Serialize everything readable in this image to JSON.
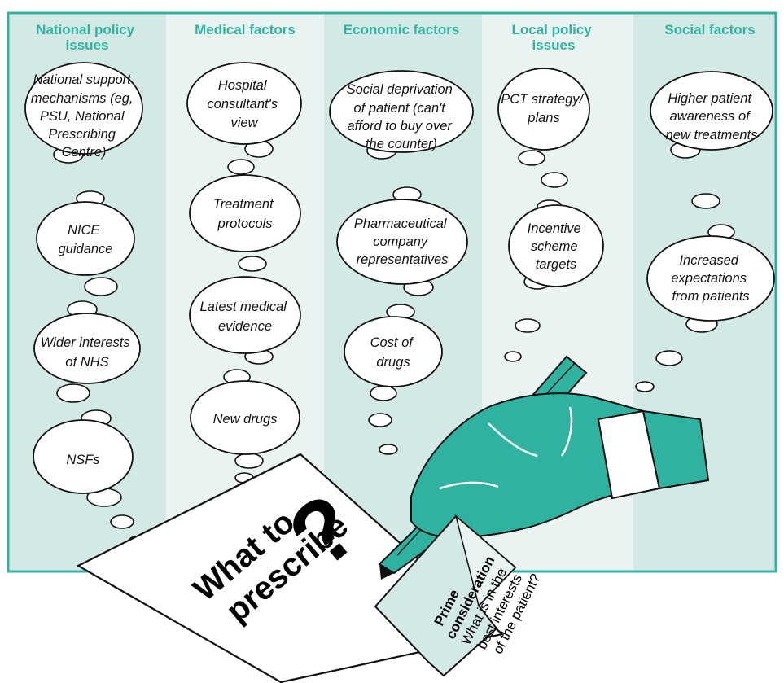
{
  "columns": [
    {
      "heading_lines": [
        "National policy",
        "issues"
      ],
      "bubbles": [
        {
          "lines": [
            "National support",
            "mechanisms (eg,",
            "PSU, National",
            "Prescribing",
            "Centre)"
          ]
        },
        {
          "lines": [
            "NICE",
            "guidance"
          ]
        },
        {
          "lines": [
            "Wider interests",
            "of NHS"
          ]
        },
        {
          "lines": [
            "NSFs"
          ]
        }
      ]
    },
    {
      "heading_lines": [
        "Medical factors"
      ],
      "bubbles": [
        {
          "lines": [
            "Hospital",
            "consultant's",
            "view"
          ]
        },
        {
          "lines": [
            "Treatment",
            "protocols"
          ]
        },
        {
          "lines": [
            "Latest medical",
            "evidence"
          ]
        },
        {
          "lines": [
            "New drugs"
          ]
        }
      ]
    },
    {
      "heading_lines": [
        "Economic factors"
      ],
      "bubbles": [
        {
          "lines": [
            "Social deprivation",
            "of patient (can't",
            "afford to buy over",
            "the counter)"
          ]
        },
        {
          "lines": [
            "Pharmaceutical",
            "company",
            "representatives"
          ]
        },
        {
          "lines": [
            "Cost of",
            "drugs"
          ]
        }
      ]
    },
    {
      "heading_lines": [
        "Local policy",
        "issues"
      ],
      "bubbles": [
        {
          "lines": [
            "PCT strategy/",
            "plans"
          ]
        },
        {
          "lines": [
            "Incentive",
            "scheme",
            "targets"
          ]
        }
      ]
    },
    {
      "heading_lines": [
        "Social factors"
      ],
      "bubbles": [
        {
          "lines": [
            "Higher patient",
            "awareness of",
            "new treatments"
          ]
        },
        {
          "lines": [
            "Increased",
            "expectations",
            "from patients"
          ]
        }
      ]
    }
  ],
  "paper": {
    "line1": "What to",
    "line2": "prescribe",
    "mark": "?"
  },
  "note": {
    "title_lines": [
      "Prime",
      "consideration"
    ],
    "body_lines": [
      "What is in the",
      "best interests",
      "of the patient?"
    ]
  },
  "colors": {
    "accent": "#2fb3a0",
    "column_dark": "#d3e9e6",
    "column_light": "#e9f4f2",
    "ink": "#111111"
  }
}
